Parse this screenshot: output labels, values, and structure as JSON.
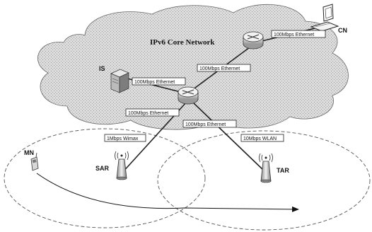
{
  "core": {
    "title": "IPv6 Core Network"
  },
  "nodes": {
    "cn": "CN",
    "is": "IS",
    "mn": "MN",
    "sar": "SAR",
    "tar": "TAR"
  },
  "links": {
    "cn_router": "100Mbps Ethernet",
    "router_router": "100Mbps Ethernet",
    "is_router": "100Mbps Ethernet",
    "router_sar": "100Mbps Ethernet",
    "router_tar": "100Mbps Ethernet"
  },
  "cells": {
    "sar": "1Mbps Wimax",
    "tar": "10Mbps WLAN"
  }
}
